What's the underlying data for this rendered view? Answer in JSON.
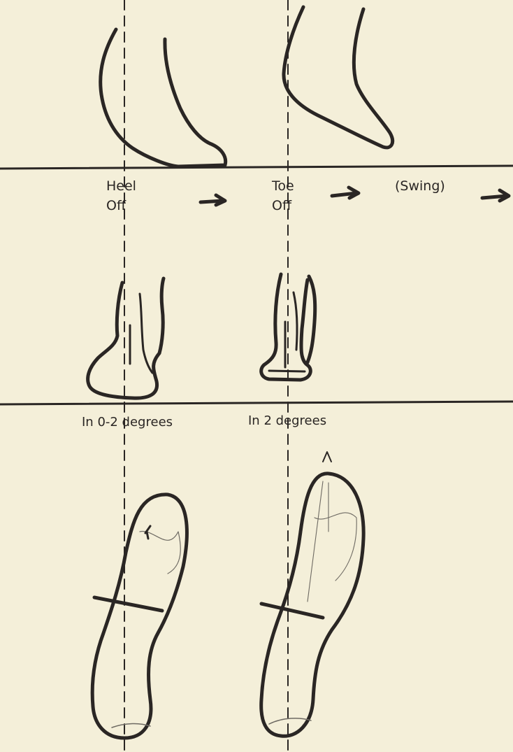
{
  "labels": {
    "heel_off_line1": "Heel",
    "heel_off_line2": "Off",
    "toe_off_line1": "Toe",
    "toe_off_line2": "Off",
    "swing": "(Swing)",
    "rear_view_left": "In 0-2 degrees",
    "rear_view_right": "In 2 degrees"
  },
  "colors": {
    "paper": "#f4efd9",
    "ink": "#2a2624",
    "pencil": "#6e6a63"
  }
}
